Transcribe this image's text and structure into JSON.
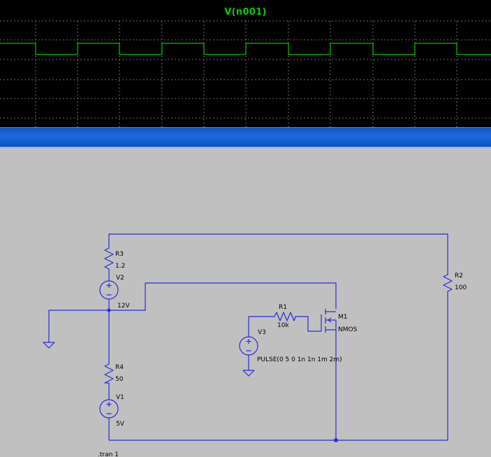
{
  "waveform": {
    "trace_name": "V(n001)",
    "trace_color": "#00c000",
    "grid_color": "#6e6e6e",
    "background": "#000000"
  },
  "schematic": {
    "wire_color": "#2a2ad8",
    "components": {
      "r3": {
        "ref": "R3",
        "value": "1.2"
      },
      "v2": {
        "ref": "V2",
        "value": "12V"
      },
      "r4": {
        "ref": "R4",
        "value": "50"
      },
      "v1": {
        "ref": "V1",
        "value": "5V"
      },
      "r2": {
        "ref": "R2",
        "value": "100"
      },
      "r1": {
        "ref": "R1",
        "value": "10k"
      },
      "m1": {
        "ref": "M1",
        "value": "NMOS"
      },
      "v3": {
        "ref": "V3",
        "value": "PULSE(0 5 0 1n 1n 1m 2m)"
      }
    },
    "directive": ".tran 1"
  }
}
